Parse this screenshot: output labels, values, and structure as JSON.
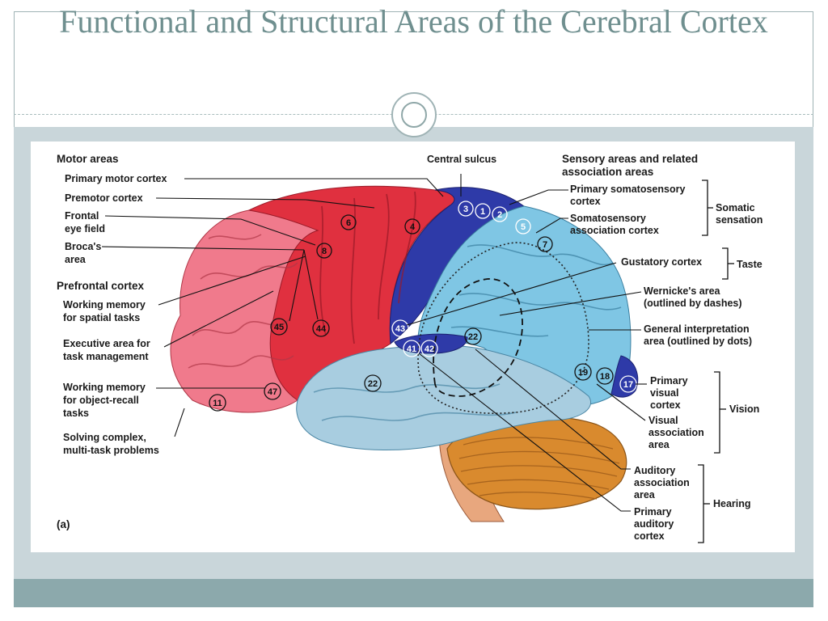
{
  "slide": {
    "title": "Functional and Structural Areas of the Cerebral Cortex"
  },
  "figure": {
    "panel_label": "(a)",
    "left_labels": {
      "motor_header": "Motor areas",
      "primary_motor": "Primary motor cortex",
      "premotor": "Premotor cortex",
      "frontal_eye_1": "Frontal",
      "frontal_eye_2": "eye field",
      "broca_1": "Broca's",
      "broca_2": "area",
      "prefrontal_header": "Prefrontal cortex",
      "wm_spatial_1": "Working memory",
      "wm_spatial_2": "for spatial tasks",
      "exec_1": "Executive area for",
      "exec_2": "task management",
      "wm_object_1": "Working memory",
      "wm_object_2": "for object-recall",
      "wm_object_3": "tasks",
      "solving_1": "Solving complex,",
      "solving_2": "multi-task problems"
    },
    "top_labels": {
      "central_sulcus": "Central sulcus"
    },
    "right_labels": {
      "sensory_header_1": "Sensory areas and related",
      "sensory_header_2": "association areas",
      "primary_somato_1": "Primary somatosensory",
      "primary_somato_2": "cortex",
      "somato_assoc_1": "Somatosensory",
      "somato_assoc_2": "association cortex",
      "somatic_1": "Somatic",
      "somatic_2": "sensation",
      "gustatory": "Gustatory cortex",
      "taste": "Taste",
      "wernicke_1": "Wernicke's area",
      "wernicke_2": "(outlined by dashes)",
      "general_1": "General interpretation",
      "general_2": "area (outlined by dots)",
      "primary_visual_1": "Primary",
      "primary_visual_2": "visual",
      "primary_visual_3": "cortex",
      "visual_assoc_1": "Visual",
      "visual_assoc_2": "association",
      "visual_assoc_3": "area",
      "vision": "Vision",
      "auditory_assoc_1": "Auditory",
      "auditory_assoc_2": "association",
      "auditory_assoc_3": "area",
      "primary_auditory_1": "Primary",
      "primary_auditory_2": "auditory",
      "primary_auditory_3": "cortex",
      "hearing": "Hearing"
    },
    "area_numbers": {
      "n3": "3",
      "n1": "1",
      "n2": "2",
      "n5": "5",
      "n7": "7",
      "n6": "6",
      "n4": "4",
      "n8": "8",
      "n45": "45",
      "n44": "44",
      "n43": "43",
      "n41": "41",
      "n42": "42",
      "n22a": "22",
      "n22b": "22",
      "n47": "47",
      "n11": "11",
      "n19": "19",
      "n18": "18",
      "n17": "17"
    },
    "colors": {
      "motor": "#e0303f",
      "prefrontal": "#f07a8c",
      "primary_somatosensory": "#2e3aa8",
      "sensory_association": "#7fc6e4",
      "temporal": "#a8cde0",
      "cerebellum": "#d98a2e"
    }
  }
}
